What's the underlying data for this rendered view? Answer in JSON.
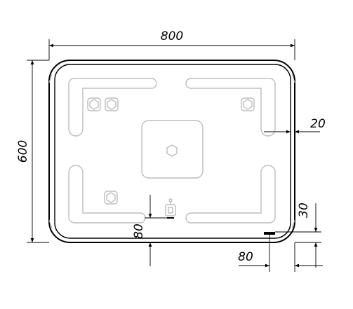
{
  "dimensions": {
    "width": "800",
    "height": "600",
    "side_offset": "20",
    "switch_offset_right": "30",
    "switch_offset_bottom_left": "80",
    "switch_offset_bottom_right": "80"
  },
  "colors": {
    "outline": "#000000",
    "led_strip": "#bdbdbd",
    "background": "#ffffff"
  },
  "icons": [
    "hex-screw-icon",
    "touch-switch-icon",
    "switch-marker-icon"
  ]
}
